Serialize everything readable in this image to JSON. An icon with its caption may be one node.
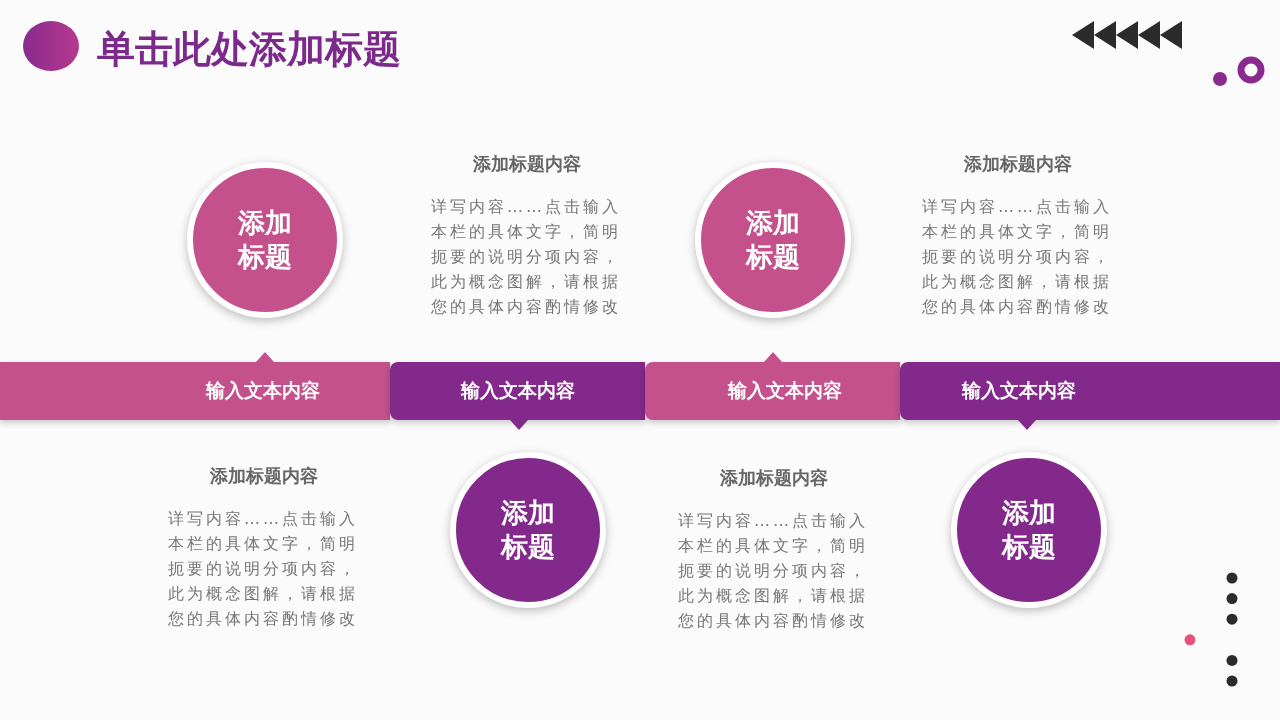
{
  "diagram": {
    "title": "单击此处添加标题",
    "nodes": [
      {
        "text": [
          "添加标题"
        ]
      },
      {
        "text": [
          "添加标题"
        ]
      },
      {
        "text": [
          "输入文本内容"
        ]
      },
      {
        "text": [
          "输入文本内容"
        ]
      },
      {
        "text": [
          "输入文本内容"
        ]
      },
      {
        "text": [
          "输入文本内容"
        ]
      },
      {
        "text": [
          "添加标题"
        ]
      },
      {
        "text": [
          "添加标题"
        ]
      }
    ],
    "labels": [
      "添加标题内容",
      "详写内容……点击输入本栏的具体文字，简明扼要的说明分项内容，此为概念图解，请根据您的具体内容酌情修改",
      "添加标题内容",
      "详写内容……点击输入本栏的具体文字，简明扼要的说明分项内容，此为概念图解，请根据您的具体内容酌情修改",
      "添加标题内容",
      "详写内容……点击输入本栏的具体文字，简明扼要的说明分项内容，此为概念图解，请根据您的具体内容酌情修改",
      "添加标题内容",
      "详写内容……点击输入本栏的具体文字，简明扼要的说明分项内容，此为概念图解，请根据您的具体内容酌情修改"
    ]
  }
}
